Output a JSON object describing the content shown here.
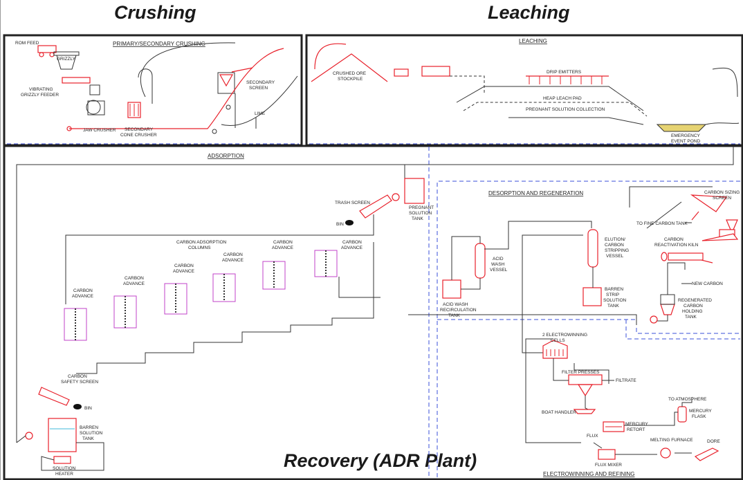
{
  "regions": {
    "crushing": "Crushing",
    "leaching": "Leaching",
    "recovery": "Recovery (ADR Plant)"
  },
  "headers": {
    "crushing": "PRIMARY/SECONDARY CRUSHING",
    "leaching": "LEACHING",
    "adsorption": "ADSORPTION",
    "desorption": "DESORPTION AND REGENERATION",
    "electrowinning": "ELECTROWINNING AND REFINING"
  },
  "labels": {
    "rom_feed": "ROM FEED",
    "grizzly": "GRIZZLY",
    "vibrating_grizzly_feeder_1": "VIBRATING",
    "vibrating_grizzly_feeder_2": "GRIZZLY FEEDER",
    "jaw_crusher": "JAW CRUSHER",
    "secondary_cone_crusher_1": "SECONDARY",
    "secondary_cone_crusher_2": "CONE CRUSHER",
    "secondary_screen_1": "SECONDARY",
    "secondary_screen_2": "SCREEN",
    "lime": "LIME",
    "crushed_ore_stockpile_1": "CRUSHED ORE",
    "crushed_ore_stockpile_2": "STOCKPILE",
    "drip_emitters": "DRIP EMITTERS",
    "heap_leach_pad": "HEAP LEACH PAD",
    "pregnant_solution_collection": "PREGNANT SOLUTION COLLECTION",
    "emergency_event_pond_1": "EMERGENCY",
    "emergency_event_pond_2": "EVENT POND",
    "trash_screen": "TRASH SCREEN",
    "bin_1": "BIN",
    "pregnant_solution_tank_1": "PREGNANT",
    "pregnant_solution_tank_2": "SOLUTION",
    "pregnant_solution_tank_3": "TANK",
    "carbon_adsorption_columns_1": "CARBON ADSORPTION",
    "carbon_adsorption_columns_2": "COLUMNS",
    "carbon_advance": "CARBON",
    "advance": "ADVANCE",
    "carbon_safety_screen_1": "CARBON",
    "carbon_safety_screen_2": "SAFETY SCREEN",
    "bin_2": "BIN",
    "barren_solution_tank_1": "BARREN",
    "barren_solution_tank_2": "SOLUTION",
    "barren_solution_tank_3": "TANK",
    "solution_heater_1": "SOLUTION",
    "solution_heater_2": "HEATER",
    "acid_wash_vessel_1": "ACID",
    "acid_wash_vessel_2": "WASH",
    "acid_wash_vessel_3": "VESSEL",
    "acid_wash_tank_1": "ACID WASH",
    "acid_wash_tank_2": "RECIRCULATION",
    "acid_wash_tank_3": "TANK",
    "elution_1": "ELUTION/",
    "elution_2": "CARBON",
    "elution_3": "STRIPPING",
    "elution_4": "VESSEL",
    "barren_strip_1": "BARREN",
    "barren_strip_2": "STRIP",
    "barren_strip_3": "SOLUTION",
    "barren_strip_4": "TANK",
    "carbon_sizing_1": "CARBON SIZING",
    "carbon_sizing_2": "SCREEN",
    "to_fine_carbon_tank": "TO FINE CARBON TANK",
    "carbon_reactivation_1": "CARBON",
    "carbon_reactivation_2": "REACTIVATION KILN",
    "new_carbon": "NEW CARBON",
    "regen_1": "REGENERATED",
    "regen_2": "CARBON",
    "regen_3": "HOLDING",
    "regen_4": "TANK",
    "ew_cells_1": "2 ELECTROWINNING",
    "ew_cells_2": "CELLS",
    "filter_presses": "FILTER PRESSES",
    "filtrate": "FILTRATE",
    "to_atmosphere": "TO ATMOSPHERE",
    "mercury_flask_1": "MERCURY",
    "mercury_flask_2": "FLASK",
    "boat_handler": "BOAT HANDLER",
    "mercury_retort_1": "MERCURY",
    "mercury_retort_2": "RETORT",
    "flux": "FLUX",
    "melting_furnace": "MELTING FURNACE",
    "dore": "DORE",
    "flux_mixer": "FLUX MIXER"
  }
}
